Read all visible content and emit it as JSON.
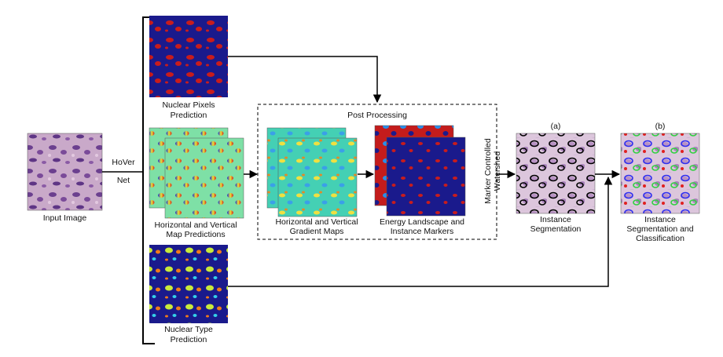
{
  "input": {
    "label": "Input Image"
  },
  "network": {
    "line1": "HoVer",
    "line2": "Net"
  },
  "np_branch": {
    "line1": "Nuclear Pixels",
    "line2": "Prediction"
  },
  "hv_branch": {
    "line1": "Horizontal and Vertical",
    "line2": "Map Predictions"
  },
  "nt_branch": {
    "line1": "Nuclear Type",
    "line2": "Prediction"
  },
  "post": {
    "title": "Post Processing",
    "grad_line1": "Horizontal and Vertical",
    "grad_line2": "Gradient Maps",
    "energy_line1": "Energy Landscape and",
    "energy_line2": "Instance Markers",
    "watershed_line1": "Marker Controlled",
    "watershed_line2": "Watershed"
  },
  "output_a": {
    "tag": "(a)",
    "line1": "Instance",
    "line2": "Segmentation"
  },
  "output_b": {
    "tag": "(b)",
    "line1": "Instance",
    "line2": "Segmentation and",
    "line3": "Classification"
  },
  "colors": {
    "histology_bg": "#c9a9c9",
    "histology_nuclei": "#6b3f8f",
    "np_bg": "#1a1a8c",
    "np_nuclei": "#c81c1c",
    "hv_bg": "#44d0b4",
    "energy_bg": "#c41c1c",
    "type_bg": "#1a1a8c",
    "type_green": "#c8ea3a",
    "type_orange": "#f07a1a",
    "type_cyan": "#34d0e8",
    "seg_outline": "#000000",
    "class_blue": "#2f2ff0",
    "class_green": "#30d040",
    "class_red": "#e02020"
  }
}
